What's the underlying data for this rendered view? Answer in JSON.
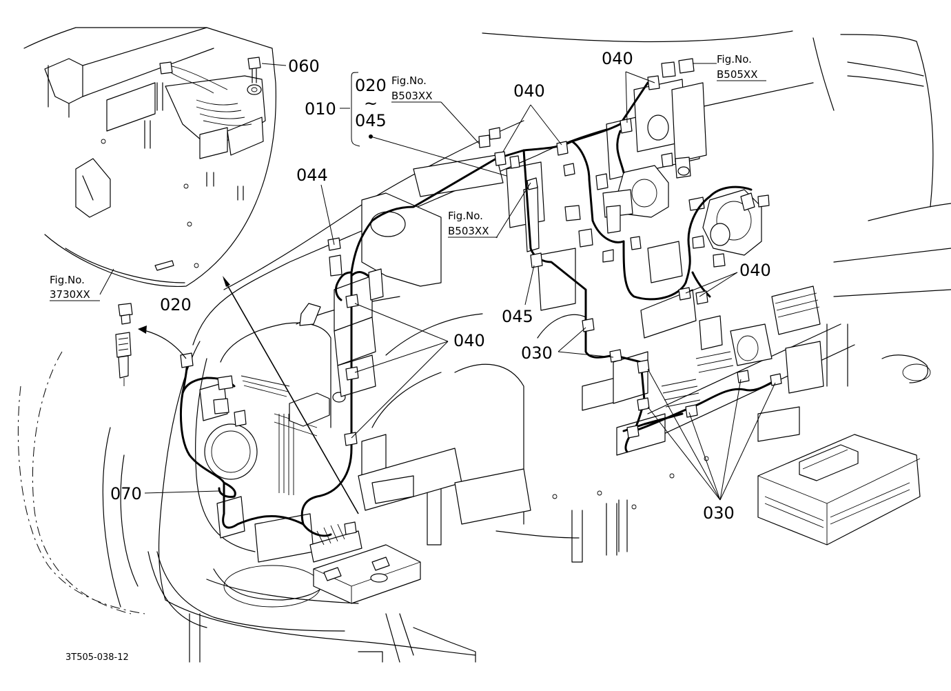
{
  "labels": {
    "p010": "010",
    "p020_range": "020",
    "tilde": "~",
    "p045_range": "045",
    "p020": "020",
    "p030_a": "030",
    "p030_b": "030",
    "p040_top": "040",
    "p040_mid": "040",
    "p040_left": "040",
    "p040_right": "040",
    "p044": "044",
    "p045": "045",
    "p060": "060",
    "p070": "070"
  },
  "figure_refs": [
    {
      "prefix": "Fig.No.",
      "code": "3730XX"
    },
    {
      "prefix": "Fig.No.",
      "code": "B503XX"
    },
    {
      "prefix": "Fig.No.",
      "code": "B503XX"
    },
    {
      "prefix": "Fig.No.",
      "code": "B505XX"
    }
  ],
  "drawing_id": "3T505-038-12"
}
